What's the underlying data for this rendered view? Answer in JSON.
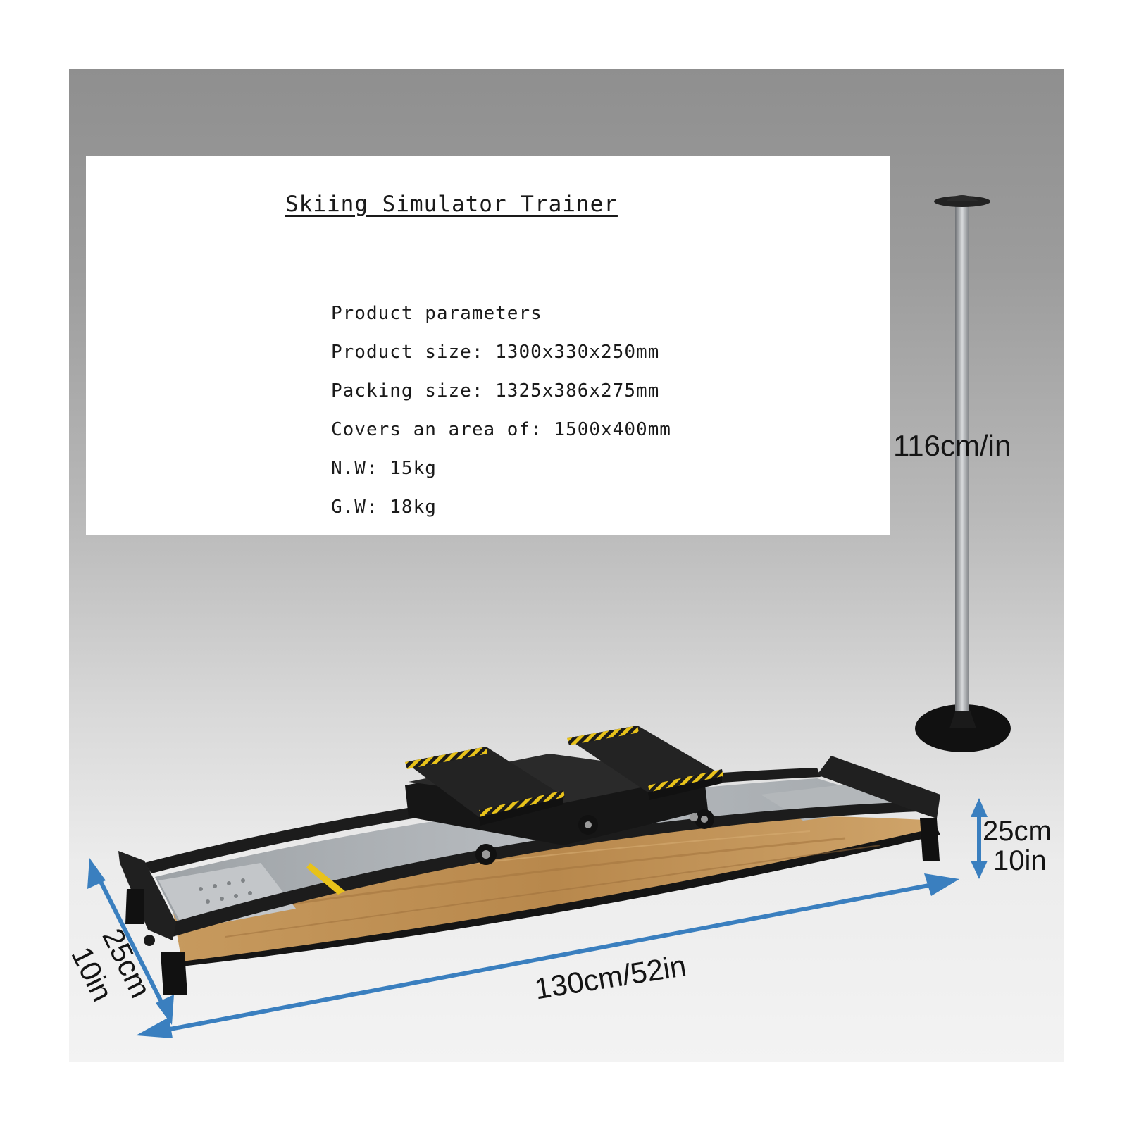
{
  "specs": {
    "title": "Skiing Simulator Trainer",
    "lines": [
      "Product parameters",
      "Product size: 1300x330x250mm",
      "Packing size: 1325x386x275mm",
      "Covers an area of: 1500x400mm",
      "N.W: 15kg",
      "G.W: 18kg"
    ]
  },
  "dimensions": {
    "pole_height": "116cm/in",
    "length": "130cm/52in",
    "height_cm": "25cm",
    "height_in": "10in",
    "width_cm": "25cm",
    "width_in": "10in"
  },
  "colors": {
    "arrow": "#3a7fbf",
    "wood": "#b98a4f",
    "frame": "#1c1c1c",
    "track": "#a8acb0",
    "hazard": "#e8c21a"
  }
}
